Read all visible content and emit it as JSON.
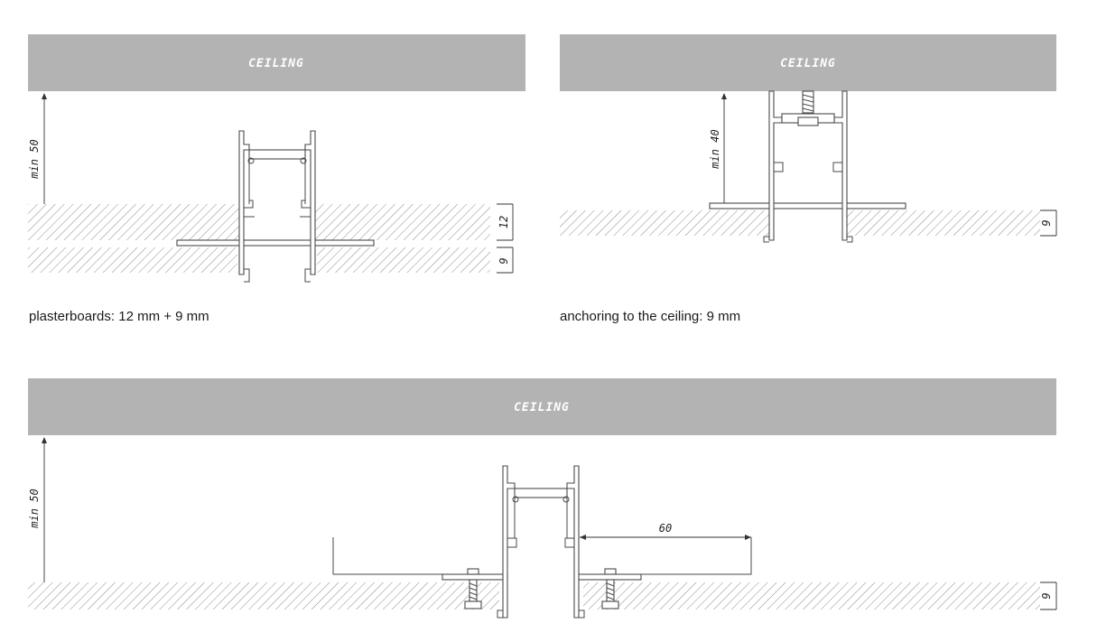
{
  "colors": {
    "ceiling": "#b3b3b3",
    "hatch": "#8c8c8c",
    "line": "#4a4a4a",
    "text": "#1a1a1a"
  },
  "panels": {
    "plasterboard": {
      "ceiling_label": "CEILING",
      "dim_height": "min 50",
      "dim_board_top": "12",
      "dim_board_bottom": "9",
      "caption": "plasterboards: 12 mm + 9 mm"
    },
    "anchoring": {
      "ceiling_label": "CEILING",
      "dim_height": "min 40",
      "dim_board": "9",
      "caption": "anchoring to the ceiling: 9 mm"
    },
    "screwed": {
      "ceiling_label": "CEILING",
      "dim_height": "min 50",
      "dim_flange": "60",
      "dim_board": "9"
    }
  }
}
